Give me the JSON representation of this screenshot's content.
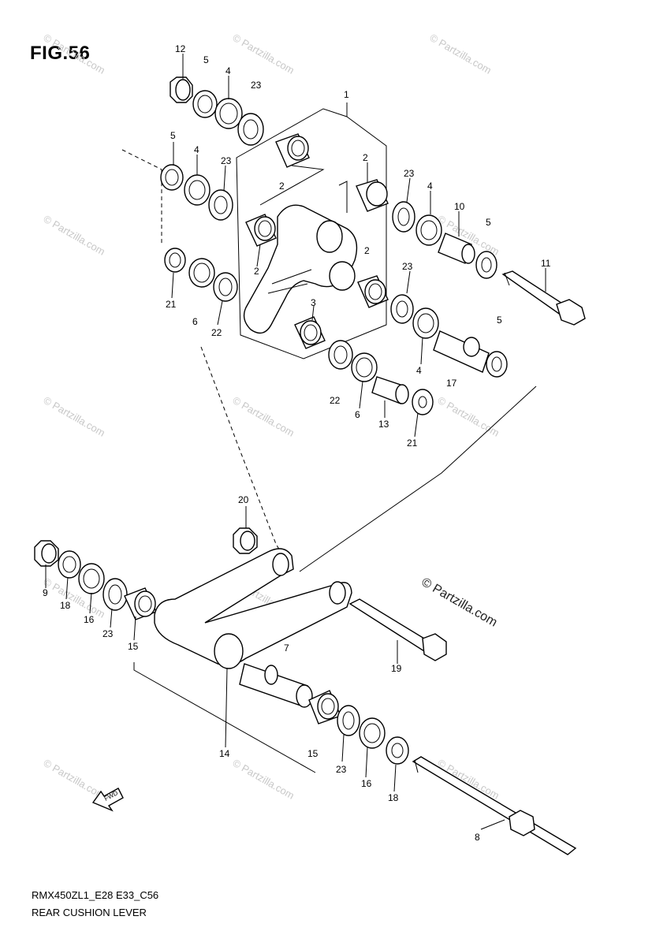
{
  "figure": {
    "title": "FIG.56",
    "model_code": "RMX450ZL1_E28 E33_C56",
    "caption": "REAR CUSHION LEVER"
  },
  "watermark": {
    "text": "© Partzilla.com",
    "main_text": "© Partzilla.com"
  },
  "fwd_label": "FWD",
  "callouts": [
    {
      "id": "c-12",
      "label": "12"
    },
    {
      "id": "c-5a",
      "label": "5"
    },
    {
      "id": "c-4a",
      "label": "4"
    },
    {
      "id": "c-23a",
      "label": "23"
    },
    {
      "id": "c-1",
      "label": "1"
    },
    {
      "id": "c-5b",
      "label": "5"
    },
    {
      "id": "c-4b",
      "label": "4"
    },
    {
      "id": "c-23b",
      "label": "23"
    },
    {
      "id": "c-2a",
      "label": "2"
    },
    {
      "id": "c-2b",
      "label": "2"
    },
    {
      "id": "c-23c",
      "label": "23"
    },
    {
      "id": "c-4c",
      "label": "4"
    },
    {
      "id": "c-10",
      "label": "10"
    },
    {
      "id": "c-5c",
      "label": "5"
    },
    {
      "id": "c-11",
      "label": "11"
    },
    {
      "id": "c-2c",
      "label": "2"
    },
    {
      "id": "c-2d",
      "label": "2"
    },
    {
      "id": "c-21a",
      "label": "21"
    },
    {
      "id": "c-6a",
      "label": "6"
    },
    {
      "id": "c-22a",
      "label": "22"
    },
    {
      "id": "c-3",
      "label": "3"
    },
    {
      "id": "c-23d",
      "label": "23"
    },
    {
      "id": "c-5d",
      "label": "5"
    },
    {
      "id": "c-4d",
      "label": "4"
    },
    {
      "id": "c-17",
      "label": "17"
    },
    {
      "id": "c-22b",
      "label": "22"
    },
    {
      "id": "c-6b",
      "label": "6"
    },
    {
      "id": "c-13",
      "label": "13"
    },
    {
      "id": "c-21b",
      "label": "21"
    },
    {
      "id": "c-20",
      "label": "20"
    },
    {
      "id": "c-9",
      "label": "9"
    },
    {
      "id": "c-18a",
      "label": "18"
    },
    {
      "id": "c-16a",
      "label": "16"
    },
    {
      "id": "c-23e",
      "label": "23"
    },
    {
      "id": "c-15a",
      "label": "15"
    },
    {
      "id": "c-7",
      "label": "7"
    },
    {
      "id": "c-19",
      "label": "19"
    },
    {
      "id": "c-14",
      "label": "14"
    },
    {
      "id": "c-15b",
      "label": "15"
    },
    {
      "id": "c-23f",
      "label": "23"
    },
    {
      "id": "c-16b",
      "label": "16"
    },
    {
      "id": "c-18b",
      "label": "18"
    },
    {
      "id": "c-8",
      "label": "8"
    }
  ]
}
